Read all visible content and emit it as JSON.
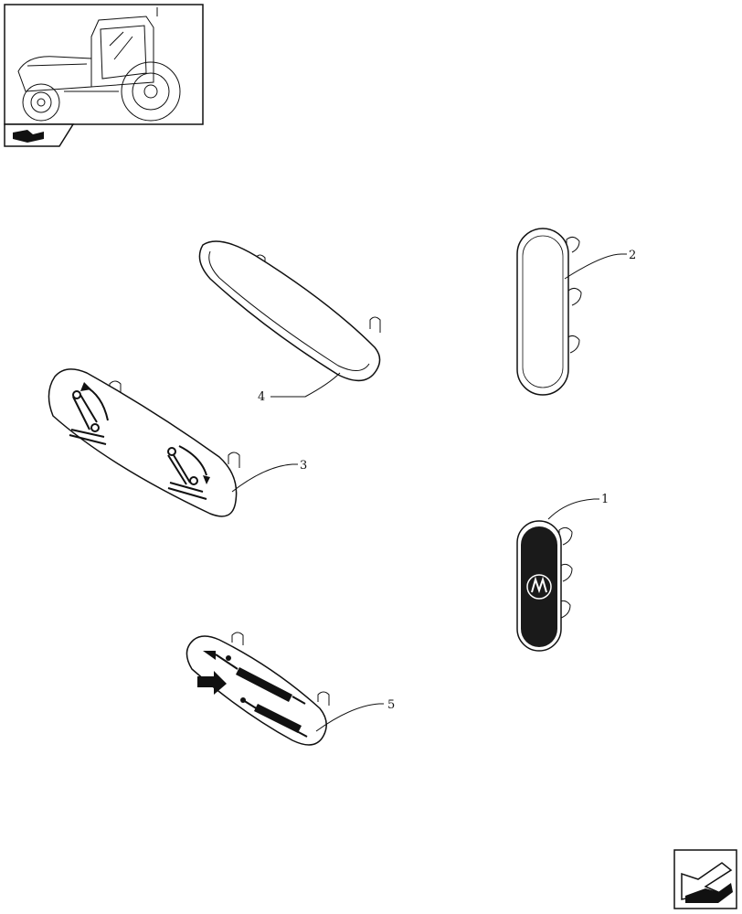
{
  "callouts": {
    "part1": "1",
    "part2": "2",
    "part3": "3",
    "part4": "4",
    "part5": "5"
  },
  "icons": {
    "thumbnail": "tractor-thumbnail-icon",
    "breadcrumb": "book-arrow-icon",
    "nav": "next-page-arrow-icon"
  },
  "colors": {
    "ink": "#111111",
    "paper": "#ffffff",
    "dark_plate": "#1a1a1a"
  }
}
